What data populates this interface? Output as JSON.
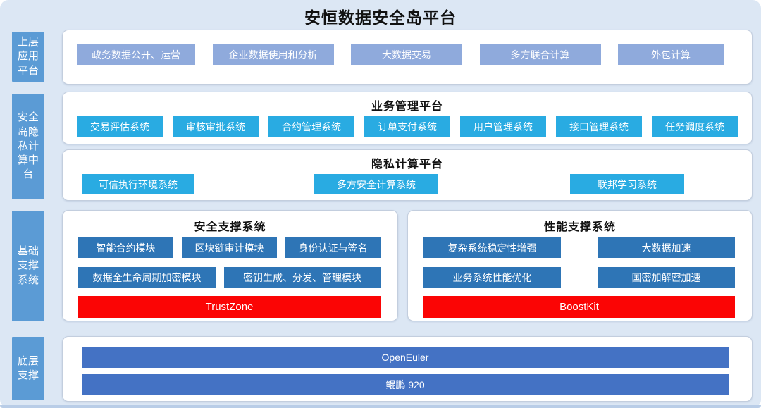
{
  "title": "安恒数据安全岛平台",
  "sidebar": {
    "app_layer": "上层\n应用\n平台",
    "privacy_layer": "安全\n岛隐\n私计\n算中\n台",
    "foundation_layer": "基础\n支撑\n系统",
    "bottom_layer": "底层\n支撑"
  },
  "app_layer": {
    "items": [
      "政务数据公开、运营",
      "企业数据使用和分析",
      "大数据交易",
      "多方联合计算",
      "外包计算"
    ]
  },
  "business_platform": {
    "title": "业务管理平台",
    "items": [
      "交易评估系统",
      "审核审批系统",
      "合约管理系统",
      "订单支付系统",
      "用户管理系统",
      "接口管理系统",
      "任务调度系统"
    ]
  },
  "privacy_platform": {
    "title": "隐私计算平台",
    "items": [
      "可信执行环境系统",
      "多方安全计算系统",
      "联邦学习系统"
    ]
  },
  "security_support": {
    "title": "安全支撑系统",
    "row1": [
      "智能合约模块",
      "区块链审计模块",
      "身份认证与签名"
    ],
    "row2": [
      "数据全生命周期加密模块",
      "密钥生成、分发、管理模块"
    ],
    "highlight": "TrustZone"
  },
  "performance_support": {
    "title": "性能支撑系统",
    "row1": [
      "复杂系统稳定性增强",
      "大数据加速"
    ],
    "row2": [
      "业务系统性能优化",
      "国密加解密加速"
    ],
    "highlight": "BoostKit"
  },
  "bottom_support": {
    "items": [
      "OpenEuler",
      "鲲鹏 920"
    ]
  },
  "colors": {
    "background": "#dce7f4",
    "sidebar": "#5b9bd5",
    "panel_border": "#c3cede",
    "app_item": "#8faadc",
    "cyan_item": "#29abe2",
    "module_item": "#2e75b6",
    "highlight": "#fb0505",
    "bottom_bar": "#4472c4"
  }
}
